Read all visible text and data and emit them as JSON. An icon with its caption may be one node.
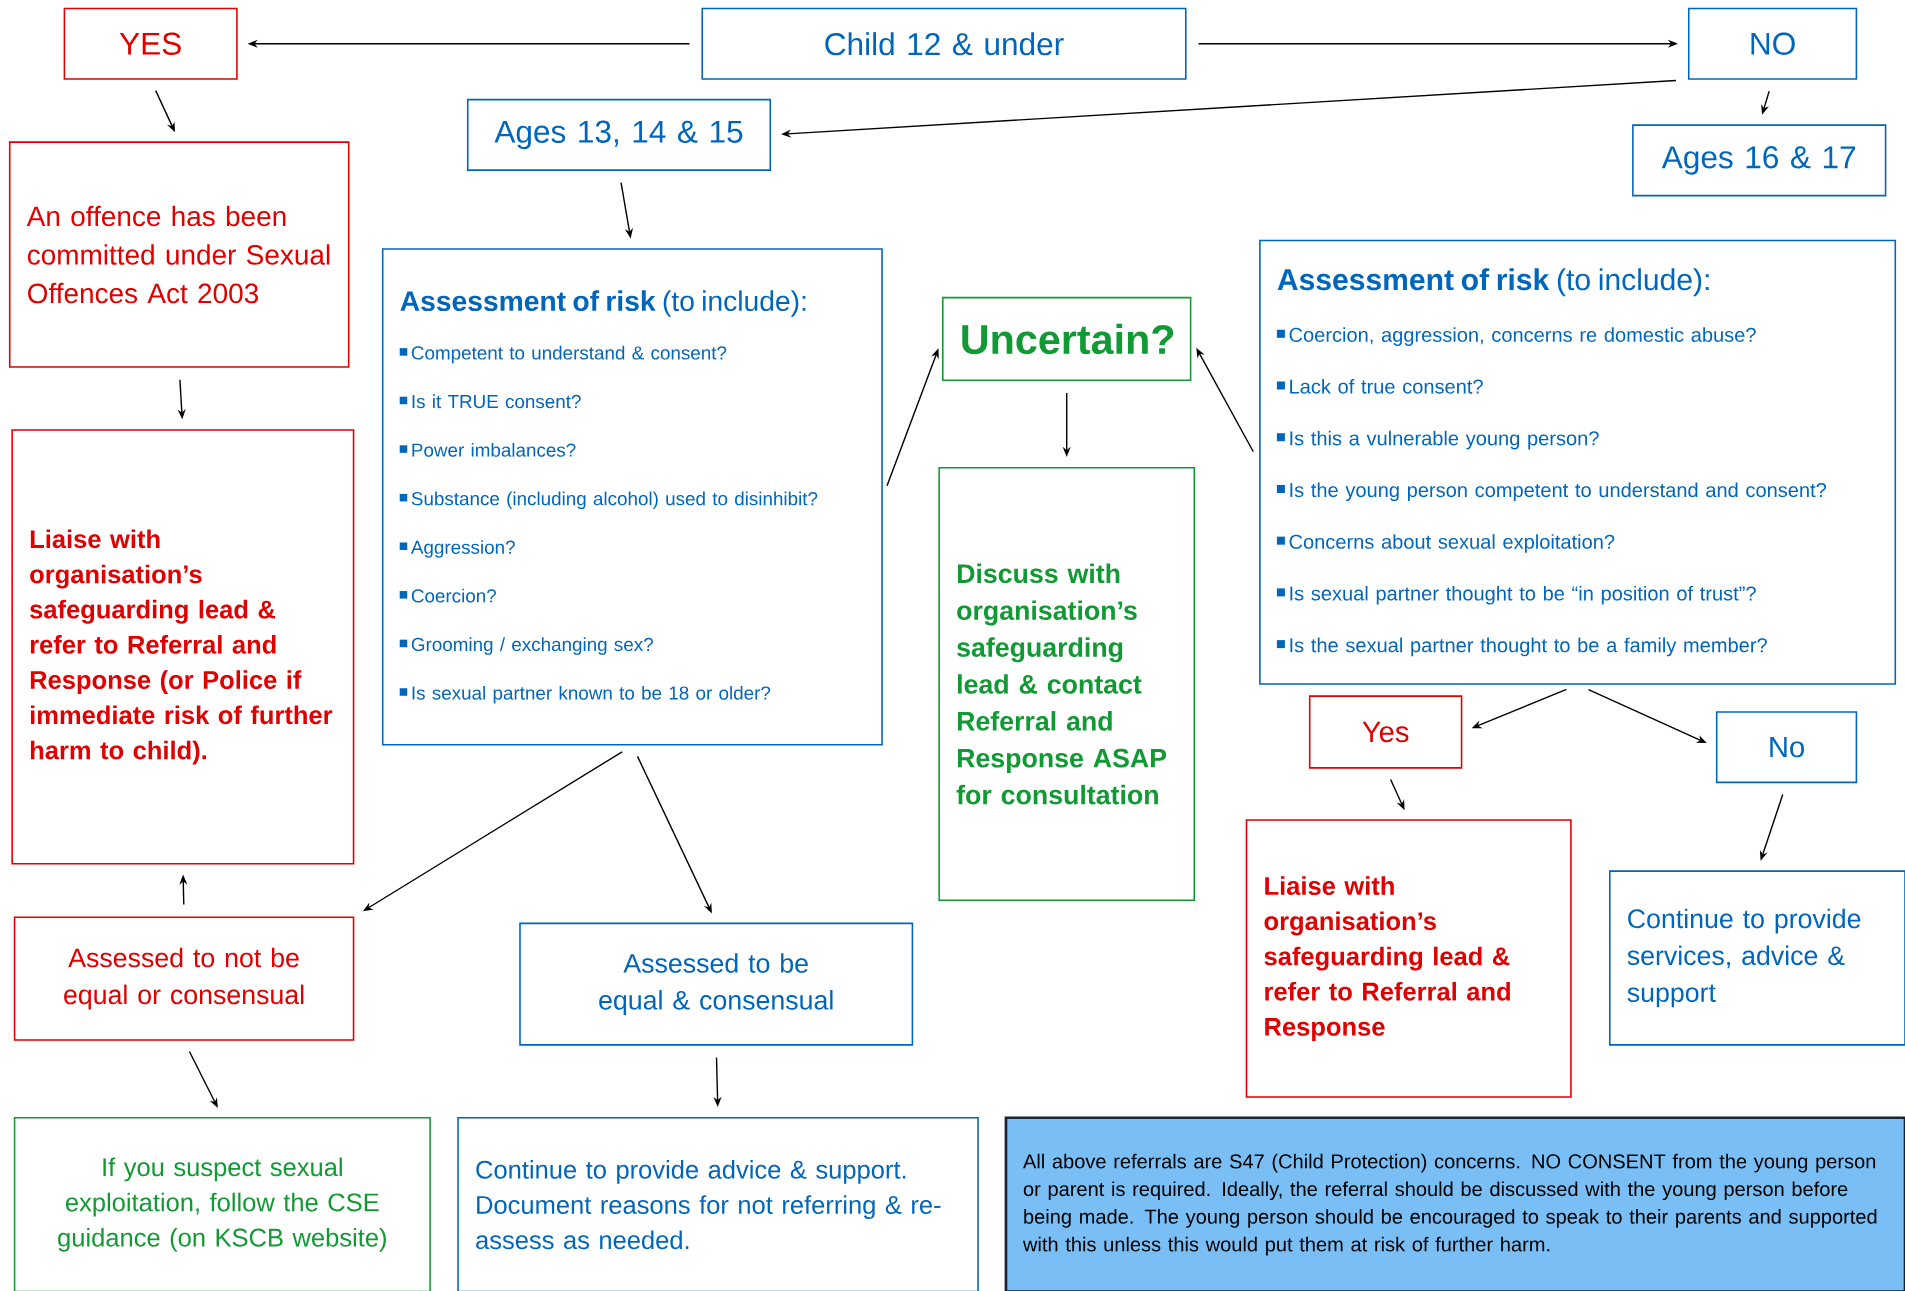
{
  "diagram": {
    "nodes": [
      {
        "text": [
          "Child 12 & under"
        ]
      },
      {
        "text": [
          "YES"
        ]
      },
      {
        "text": [
          "NO"
        ]
      },
      {
        "text": [
          "Ages 13, 14 & 15"
        ]
      },
      {
        "text": [
          "Ages 16 & 17"
        ]
      },
      {
        "text": [
          "An  offence has been committed under Sexual Offences Act 2003"
        ]
      },
      {
        "text": [
          "**Assessment of risk** (to include):",
          "Competent to understand & consent?",
          "Is it TRUE consent?",
          "Power imbalances?",
          "Substance (including alcohol) used to disinhibit?",
          "Aggression?",
          "Coercion?",
          "Grooming / exchanging sex?",
          "Is sexual partner known to be 18 or older?"
        ]
      },
      {
        "text": [
          "Uncertain?"
        ]
      },
      {
        "text": [
          "**Assessment of risk** (to include):",
          "Coercion, aggression, concerns re domestic abuse?",
          "Lack of true consent?",
          "Is this a vulnerable young person?",
          "Is the young person competent to understand and consent?",
          "Concerns about sexual exploitation?",
          "Is sexual partner thought to be “in position of trust”?",
          "Is the sexual partner thought to be a family member?"
        ]
      },
      {
        "text": [
          "Liaise with organisation’s safeguarding lead & refer to Referral and Response (or Police if immediate risk of further harm to child)."
        ]
      },
      {
        "text": [
          "Discuss with organisation’s safeguarding lead & contact Referral and Response ASAP for consultation"
        ]
      },
      {
        "text": [
          "Yes"
        ]
      },
      {
        "text": [
          "No"
        ]
      },
      {
        "text": [
          "Liaise with organisation’s safeguarding lead & refer to Referral and Response"
        ]
      },
      {
        "text": [
          "Continue to provide services, advice & support"
        ]
      },
      {
        "text": [
          "Assessed to not be equal or consensual"
        ]
      },
      {
        "text": [
          "Assessed to be equal & consensual"
        ]
      },
      {
        "text": [
          "If you suspect sexual exploitation, follow the CSE guidance (on KSCB website)"
        ]
      },
      {
        "text": [
          "Continue to provide advice & support. Document reasons for not referring & re-assess as needed."
        ]
      },
      {
        "text": [
          "All above referrals are S47 (Child Protection) concerns.  NO CONSENT from the young person or parent is required.   Ideally, the referral should be discussed with the young person before being made.  The young person should be encouraged to speak to their parents and supported with this unless this would put them at risk of further harm."
        ]
      }
    ],
    "edges": [
      {
        "from": 0,
        "to": 1,
        "arrow": "to"
      },
      {
        "from": 0,
        "to": 2,
        "arrow": "to"
      },
      {
        "from": 2,
        "to": 3,
        "arrow": "to"
      },
      {
        "from": 2,
        "to": 4,
        "arrow": "to"
      },
      {
        "from": 1,
        "to": 5,
        "arrow": "to"
      },
      {
        "from": 3,
        "to": 6,
        "arrow": "to"
      },
      {
        "from": 5,
        "to": 9,
        "arrow": "to"
      },
      {
        "from": 6,
        "to": 7,
        "arrow": "to"
      },
      {
        "from": 8,
        "to": 7,
        "arrow": "to"
      },
      {
        "from": 7,
        "to": 10,
        "arrow": "to"
      },
      {
        "from": 8,
        "to": 11,
        "arrow": "to"
      },
      {
        "from": 8,
        "to": 12,
        "arrow": "to"
      },
      {
        "from": 11,
        "to": 13,
        "arrow": "to"
      },
      {
        "from": 12,
        "to": 14,
        "arrow": "to"
      },
      {
        "from": 6,
        "to": 15,
        "arrow": "to"
      },
      {
        "from": 6,
        "to": 16,
        "arrow": "to"
      },
      {
        "from": 15,
        "to": 9,
        "arrow": "to"
      },
      {
        "from": 15,
        "to": 17,
        "arrow": "to"
      },
      {
        "from": 16,
        "to": 18,
        "arrow": "to"
      }
    ]
  }
}
